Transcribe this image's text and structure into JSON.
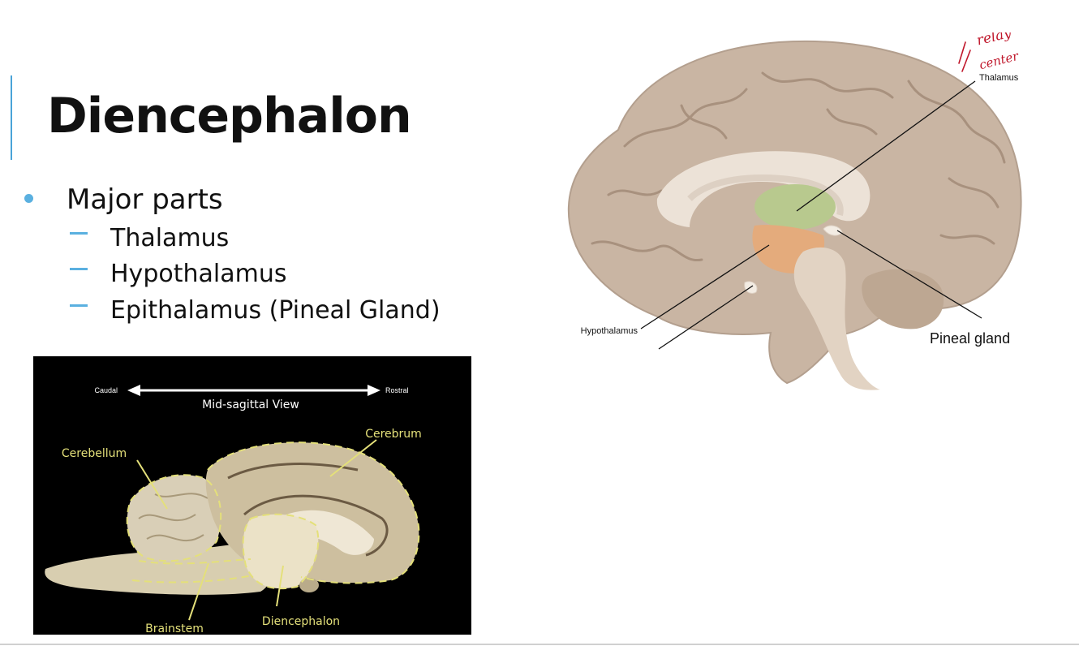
{
  "slide": {
    "title": "Diencephalon",
    "bullet": "Major parts",
    "subitems": [
      "Thalamus",
      "Hypothalamus",
      "Epithalamus (Pineal Gland)"
    ]
  },
  "photo": {
    "view_label": "Mid-sagittal View",
    "caudal": "Caudal",
    "rostral": "Rostral",
    "cerebrum": "Cerebrum",
    "cerebellum": "Cerebellum",
    "brainstem": "Brainstem",
    "diencephalon": "Diencephalon"
  },
  "illustration": {
    "thalamus": "Thalamus",
    "hypothalamus": "Hypothalamus",
    "pineal": "Pineal gland",
    "handwritten_line1": "relay",
    "handwritten_line2": "center"
  },
  "colors": {
    "accent": "#5ab0e0",
    "photo_label": "#e4e07a",
    "handwriting": "#c0182c",
    "brain": "#c9b5a3",
    "thalamus": "#b8c98e",
    "hypothalamus": "#e4ab7c"
  }
}
